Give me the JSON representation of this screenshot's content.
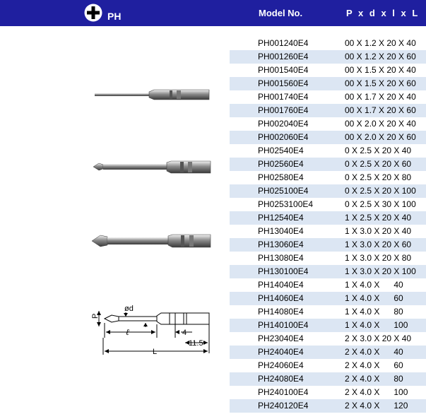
{
  "header": {
    "icon": "phillips-cross-icon",
    "type_label": "PH",
    "model_heading": "Model No.",
    "dims_heading": "P x d x l x L"
  },
  "colors": {
    "header_bg": "#1f1f9f",
    "alt_row_bg": "#dce6f3"
  },
  "diagram": {
    "label_d": "ød",
    "label_p": "P",
    "label_l": "ℓ",
    "label_4": "4",
    "label_11_5": "11.5",
    "label_L": "L"
  },
  "rows": [
    {
      "model": "PH001240E4",
      "dims": "00 X 1.2 X 20 X 40"
    },
    {
      "model": "PH001260E4",
      "dims": "00 X 1.2 X 20 X 60"
    },
    {
      "model": "PH001540E4",
      "dims": "00 X 1.5 X 20 X 40"
    },
    {
      "model": "PH001560E4",
      "dims": "00 X 1.5 X 20 X 60"
    },
    {
      "model": "PH001740E4",
      "dims": "00 X 1.7 X 20 X 40"
    },
    {
      "model": "PH001760E4",
      "dims": "00 X 1.7 X 20 X 60"
    },
    {
      "model": "PH002040E4",
      "dims": "00 X 2.0 X 20 X 40"
    },
    {
      "model": "PH002060E4",
      "dims": "00 X 2.0 X 20 X 60"
    },
    {
      "model": "PH02540E4",
      "dims": "0 X 2.5 X 20 X 40"
    },
    {
      "model": "PH02560E4",
      "dims": "0 X 2.5 X 20 X 60"
    },
    {
      "model": "PH02580E4",
      "dims": "0 X 2.5 X 20 X 80"
    },
    {
      "model": "PH025100E4",
      "dims": "0 X 2.5 X 20 X 100"
    },
    {
      "model": "PH0253100E4",
      "dims": "0 X 2.5 X 30 X 100"
    },
    {
      "model": "PH12540E4",
      "dims": "1 X 2.5 X 20 X 40"
    },
    {
      "model": "PH13040E4",
      "dims": "1 X 3.0 X 20 X 40"
    },
    {
      "model": "PH13060E4",
      "dims": "1 X 3.0 X 20 X 60"
    },
    {
      "model": "PH13080E4",
      "dims": "1 X 3.0 X 20 X 80"
    },
    {
      "model": "PH130100E4",
      "dims": "1 X 3.0 X 20 X 100"
    },
    {
      "model": "PH14040E4",
      "dims": "1 X 4.0 X      40"
    },
    {
      "model": "PH14060E4",
      "dims": "1 X 4.0 X      60"
    },
    {
      "model": "PH14080E4",
      "dims": "1 X 4.0 X      80"
    },
    {
      "model": "PH140100E4",
      "dims": "1 X 4.0 X      100"
    },
    {
      "model": "PH23040E4",
      "dims": "2 X 3.0 X 20 X 40"
    },
    {
      "model": "PH24040E4",
      "dims": "2 X 4.0 X      40"
    },
    {
      "model": "PH24060E4",
      "dims": "2 X 4.0 X      60"
    },
    {
      "model": "PH24080E4",
      "dims": "2 X 4.0 X      80"
    },
    {
      "model": "PH240100E4",
      "dims": "2 X 4.0 X      100"
    },
    {
      "model": "PH240120E4",
      "dims": "2 X 4.0 X      120"
    }
  ]
}
